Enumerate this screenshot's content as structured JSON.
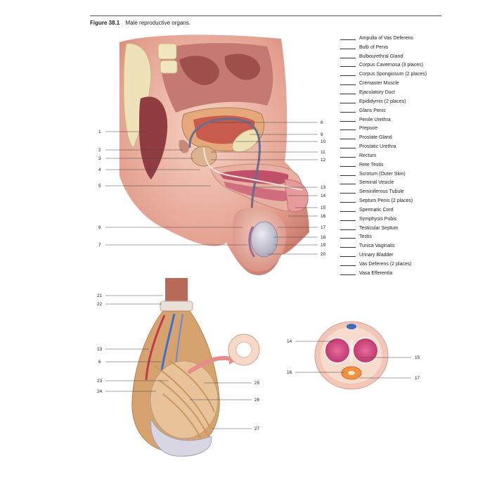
{
  "figure": {
    "number": "Figure 38.1",
    "caption": "Male reproductive organs."
  },
  "label_bank": [
    "Ampulla of Vas Deferens",
    "Bulb of Penis",
    "Bulbourethral Gland",
    "Corpus Cavernosa (3 places)",
    "Corpus Spongiosum (2 places)",
    "Cremaster Muscle",
    "Ejaculatory Duct",
    "Epididymis (2 places)",
    "Glans Penis",
    "Penile Urethra",
    "Prepuce",
    "Prostate Gland",
    "Prostatic Urethra",
    "Rectum",
    "Rete Testis",
    "Scrotum (Outer Skin)",
    "Seminal Vesicle",
    "Seminiferous Tubule",
    "Septum Penis (2 places)",
    "Spermatic Cord",
    "Symphysis Pubis",
    "Testicular Septum",
    "Testis",
    "Tunica Vaginalis",
    "Urinary Bladder",
    "Vas Deferens (2 places)",
    "Vasa Efferentia"
  ],
  "sagittal_view": {
    "left_numbers": [
      "1",
      "2",
      "3",
      "4",
      "5",
      "6",
      "7"
    ],
    "right_numbers": [
      "8",
      "9",
      "10",
      "11",
      "12",
      "13",
      "14",
      "15",
      "16",
      "17",
      "18",
      "19",
      "20"
    ]
  },
  "testis_view": {
    "left_numbers": [
      "21",
      "22",
      "13",
      "6",
      "23",
      "24"
    ],
    "right_numbers": [
      "25",
      "26",
      "27"
    ]
  },
  "cross_section_view": {
    "left_numbers": [
      "14",
      "16"
    ],
    "right_numbers": [
      "15",
      "17"
    ]
  }
}
